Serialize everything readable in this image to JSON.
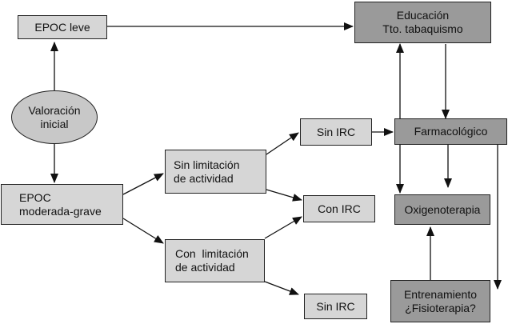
{
  "nodes": {
    "epoc_leve": {
      "lines": [
        "EPOC leve"
      ]
    },
    "educacion": {
      "lines": [
        "Educación",
        "Tto. tabaquismo"
      ]
    },
    "valoracion": {
      "lines": [
        "Valoración",
        "inicial"
      ]
    },
    "sin_irc_top": {
      "lines": [
        "Sin IRC"
      ]
    },
    "farmacologico": {
      "lines": [
        "Farmacológico"
      ]
    },
    "sin_limitacion": {
      "lines": [
        "Sin limitación",
        "de actividad"
      ]
    },
    "epoc_moderada": {
      "lines": [
        "EPOC",
        "moderada-grave"
      ]
    },
    "con_irc": {
      "lines": [
        "Con IRC"
      ]
    },
    "oxigenoterapia": {
      "lines": [
        "Oxigenoterapia"
      ]
    },
    "con_limitacion": {
      "lines": [
        "Con  limitación",
        "de actividad"
      ]
    },
    "entrenamiento": {
      "lines": [
        "Entrenamiento",
        "¿Fisioterapia?"
      ]
    },
    "sin_irc_bottom": {
      "lines": [
        "Sin IRC"
      ]
    }
  },
  "colors": {
    "light_box": "#d6d6d6",
    "dark_box": "#9a9a9a",
    "ellipse": "#c8c8c8",
    "stroke": "#222222"
  }
}
